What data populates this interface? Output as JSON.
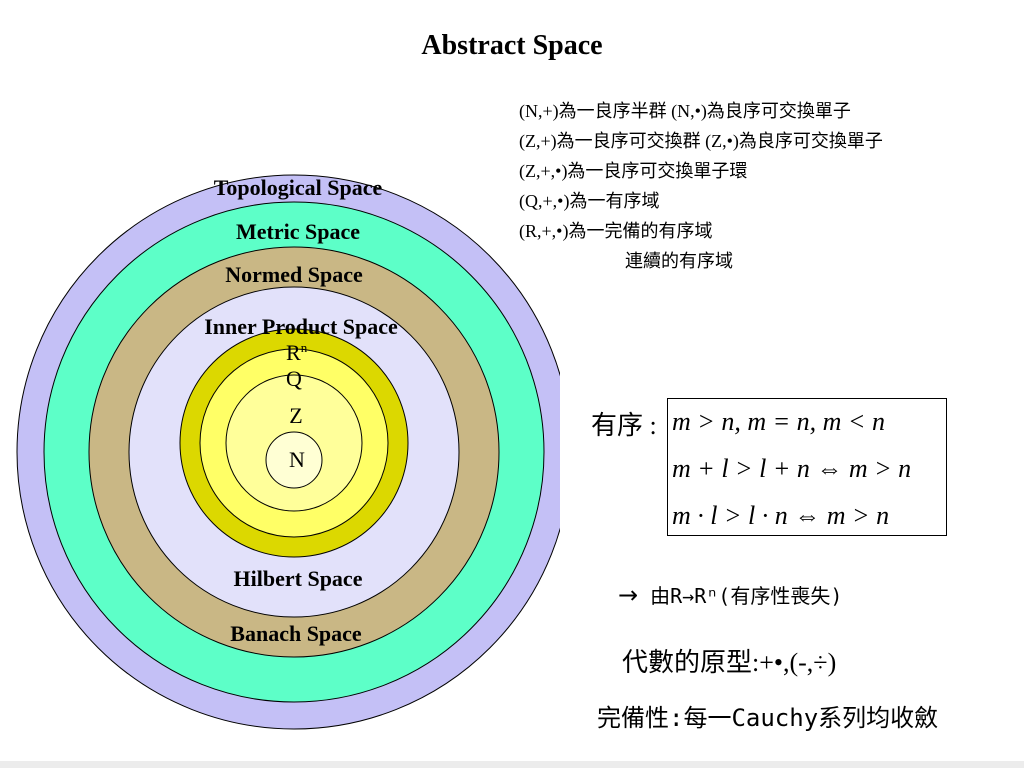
{
  "title": "Abstract Space",
  "rings": [
    {
      "label": "Topological Space",
      "color": "#c4c0f6"
    },
    {
      "label": "Metric Space",
      "color": "#5dffc8"
    },
    {
      "label": "Normed Space",
      "color": "#c9b785"
    },
    {
      "label": "Inner Product Space",
      "color": "#e2e1fa"
    },
    {
      "label": "Hilbert Space"
    },
    {
      "label": "Banach Space"
    }
  ],
  "number_sets": [
    {
      "label": "R",
      "sup": "n",
      "color": "#dcd800"
    },
    {
      "label": "Q",
      "color": "#ffff66"
    },
    {
      "label": "Z",
      "color": "#ffff9a"
    },
    {
      "label": "N",
      "color": "#ffffd4"
    }
  ],
  "properties": [
    "(N,+)為一良序半群   (N,•)為良序可交換單子",
    "(Z,+)為一良序可交換群  (Z,•)為良序可交換單子",
    "(Z,+,•)為一良序可交換單子環",
    "(Q,+,•)為一有序域",
    "(R,+,•)為一完備的有序域",
    "連續的有序域"
  ],
  "order": {
    "label": "有序 :",
    "lines": [
      "m > n, m = n, m < n",
      "m + l > l + n ⇔ m > n",
      "m · l > l · n ⇔ m > n"
    ]
  },
  "arrow_note": {
    "arrow": "→",
    "text": "由R→Rⁿ(有序性喪失)"
  },
  "algebra": "代數的原型:+•,(-,÷)",
  "completeness": "完備性:每一Cauchy系列均收斂",
  "colors": {
    "outline": "#000000"
  }
}
